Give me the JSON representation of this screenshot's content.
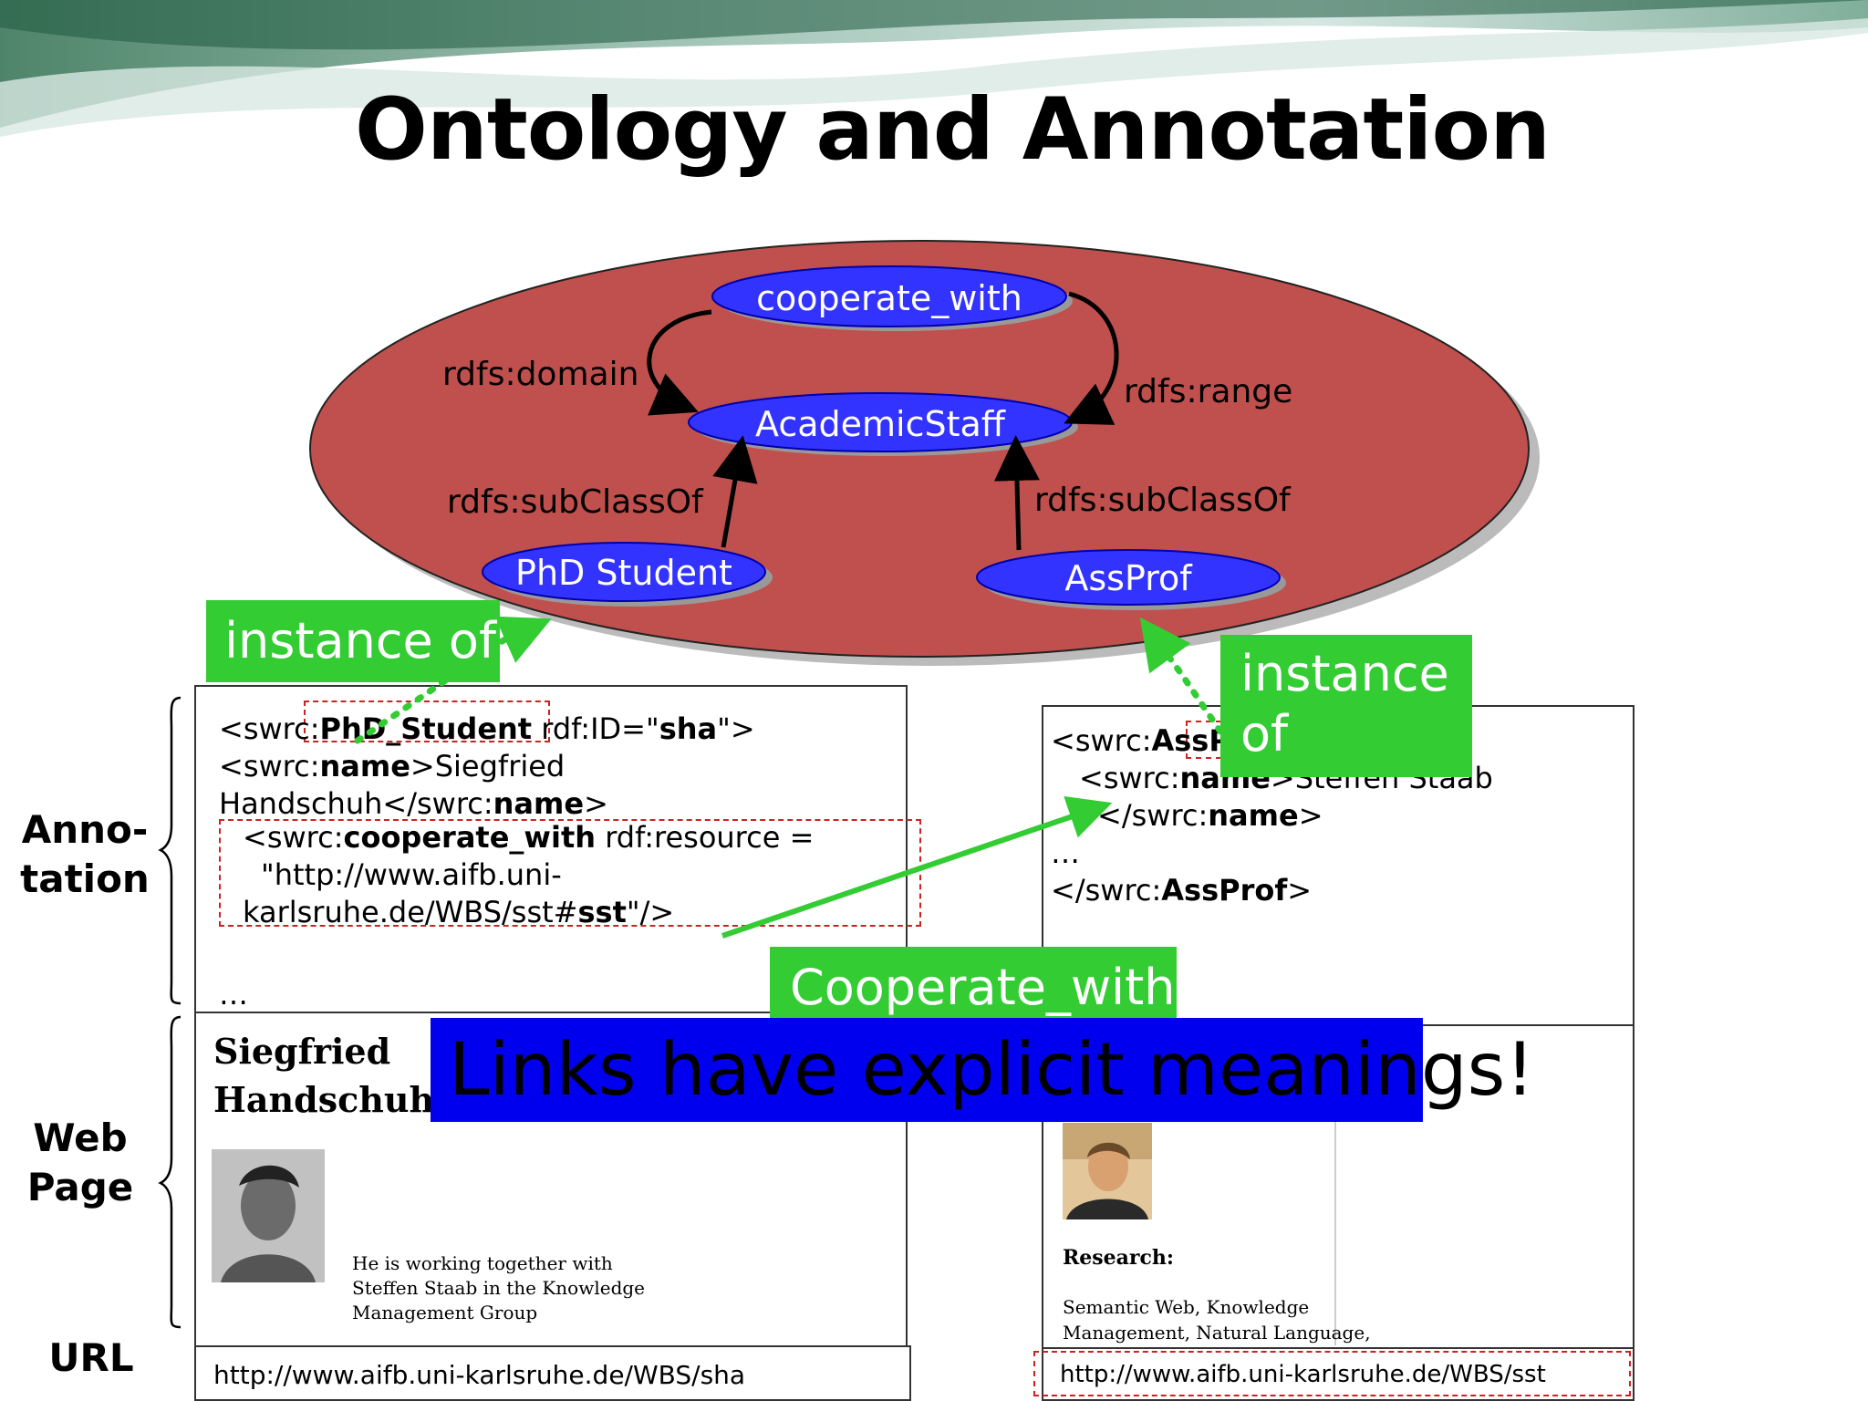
{
  "slide": {
    "title": "Ontology and Annotation"
  },
  "ontology": {
    "nodes": {
      "cooperate_with": "cooperate_with",
      "academic_staff": "AcademicStaff",
      "phd_student": "PhD Student",
      "ass_prof": "AssProf"
    },
    "edges": {
      "domain": "rdfs:domain",
      "range": "rdfs:range",
      "subclass_left": "rdfs:subClassOf",
      "subclass_right": "rdfs:subClassOf"
    },
    "colors": {
      "ellipse": "#c0504d",
      "node": "#3333ff",
      "node_text": "#ffffff"
    }
  },
  "labels": {
    "instance_of_left": "instance of",
    "instance_of_right_1": "instance",
    "instance_of_right_2": "of",
    "cooperate_with": "Cooperate_with",
    "banner": "Links have explicit meanings!",
    "colors": {
      "green": "#33cc33",
      "banner": "#0000ee"
    }
  },
  "side_labels": {
    "annotation_1": "Anno-",
    "annotation_2": "tation",
    "webpage_1": "Web",
    "webpage_2": "Page",
    "url": "URL"
  },
  "left_annotation": {
    "line1_pre": "<swrc:",
    "line1_bold": "PhD_Student",
    "line1_mid": " rdf:ID=\"",
    "line1_bold2": "sha",
    "line1_post": "\">",
    "line2_pre": " <swrc:",
    "line2_bold": "name",
    "line2_post": ">Siegfried",
    "line3_pre": "Handschuh</swrc:",
    "line3_bold": "name",
    "line3_post": ">",
    "line4_pre": "<swrc:",
    "line4_bold": "cooperate_with",
    "line4_post": " rdf:resource =",
    "line5": "\"http://www.aifb.uni-",
    "line6_pre": "karlsruhe.de/WBS/sst#",
    "line6_bold": "sst",
    "line6_post": "\"/>",
    "ellipsis": "…"
  },
  "right_annotation": {
    "line1_pre": "<swrc:",
    "line1_bold": "AssPr",
    "line2_pre": "<swrc:",
    "line2_bold": "name",
    "line2_post": ">Steffen Staab",
    "line3_pre": "</swrc:",
    "line3_bold": "name",
    "line3_post": ">",
    "ellipsis": "…",
    "line5_pre": "</swrc:",
    "line5_bold": "AssProf",
    "line5_post": ">"
  },
  "left_webpage": {
    "name_1": "Siegfried",
    "name_2": "Handschuh",
    "text_1": "He is working together with",
    "text_2": "Steffen Staab in the Knowledge",
    "text_3": "Management Group"
  },
  "right_webpage": {
    "heading": "Research:",
    "text_1": "Semantic Web, Knowledge",
    "text_2": "Management, Natural Language,"
  },
  "urls": {
    "left": "http://www.aifb.uni-karlsruhe.de/WBS/sha",
    "right": "http://www.aifb.uni-karlsruhe.de/WBS/sst"
  }
}
